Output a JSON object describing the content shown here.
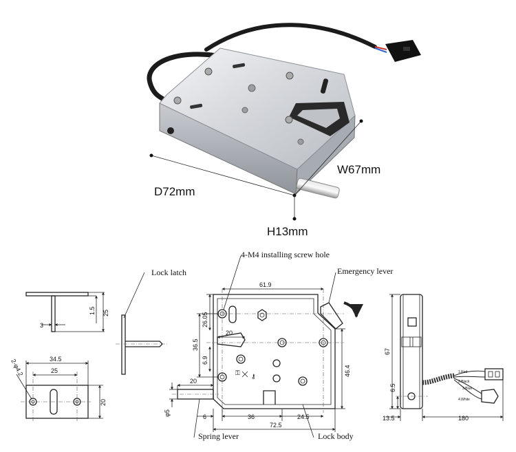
{
  "photo": {
    "depth_label": "D72mm",
    "width_label": "W67mm",
    "height_label": "H13mm"
  },
  "callouts": {
    "screw_hole": "4-M4 installing screw hole",
    "lock_latch": "Lock latch",
    "emergency_lever": "Emergency lever",
    "spring_lever": "Spring lever",
    "lock_body": "Lock body"
  },
  "latch_side_view": {
    "dims": [
      "1.5",
      "25",
      "3"
    ]
  },
  "latch_bottom_view": {
    "dims": [
      "34.5",
      "25",
      "20",
      "2-φ4.2"
    ]
  },
  "front_view": {
    "dims": [
      "61.9",
      "26.05",
      "20",
      "36.5",
      "6.9",
      "20",
      "φ5",
      "46.4",
      "6",
      "36",
      "24.5",
      "72.5"
    ]
  },
  "side_view": {
    "dims": [
      "67",
      "6.5",
      "13.5",
      "180"
    ],
    "wire_labels": [
      "1.Red",
      "2.Black",
      "3.Blue",
      "4.White"
    ]
  }
}
